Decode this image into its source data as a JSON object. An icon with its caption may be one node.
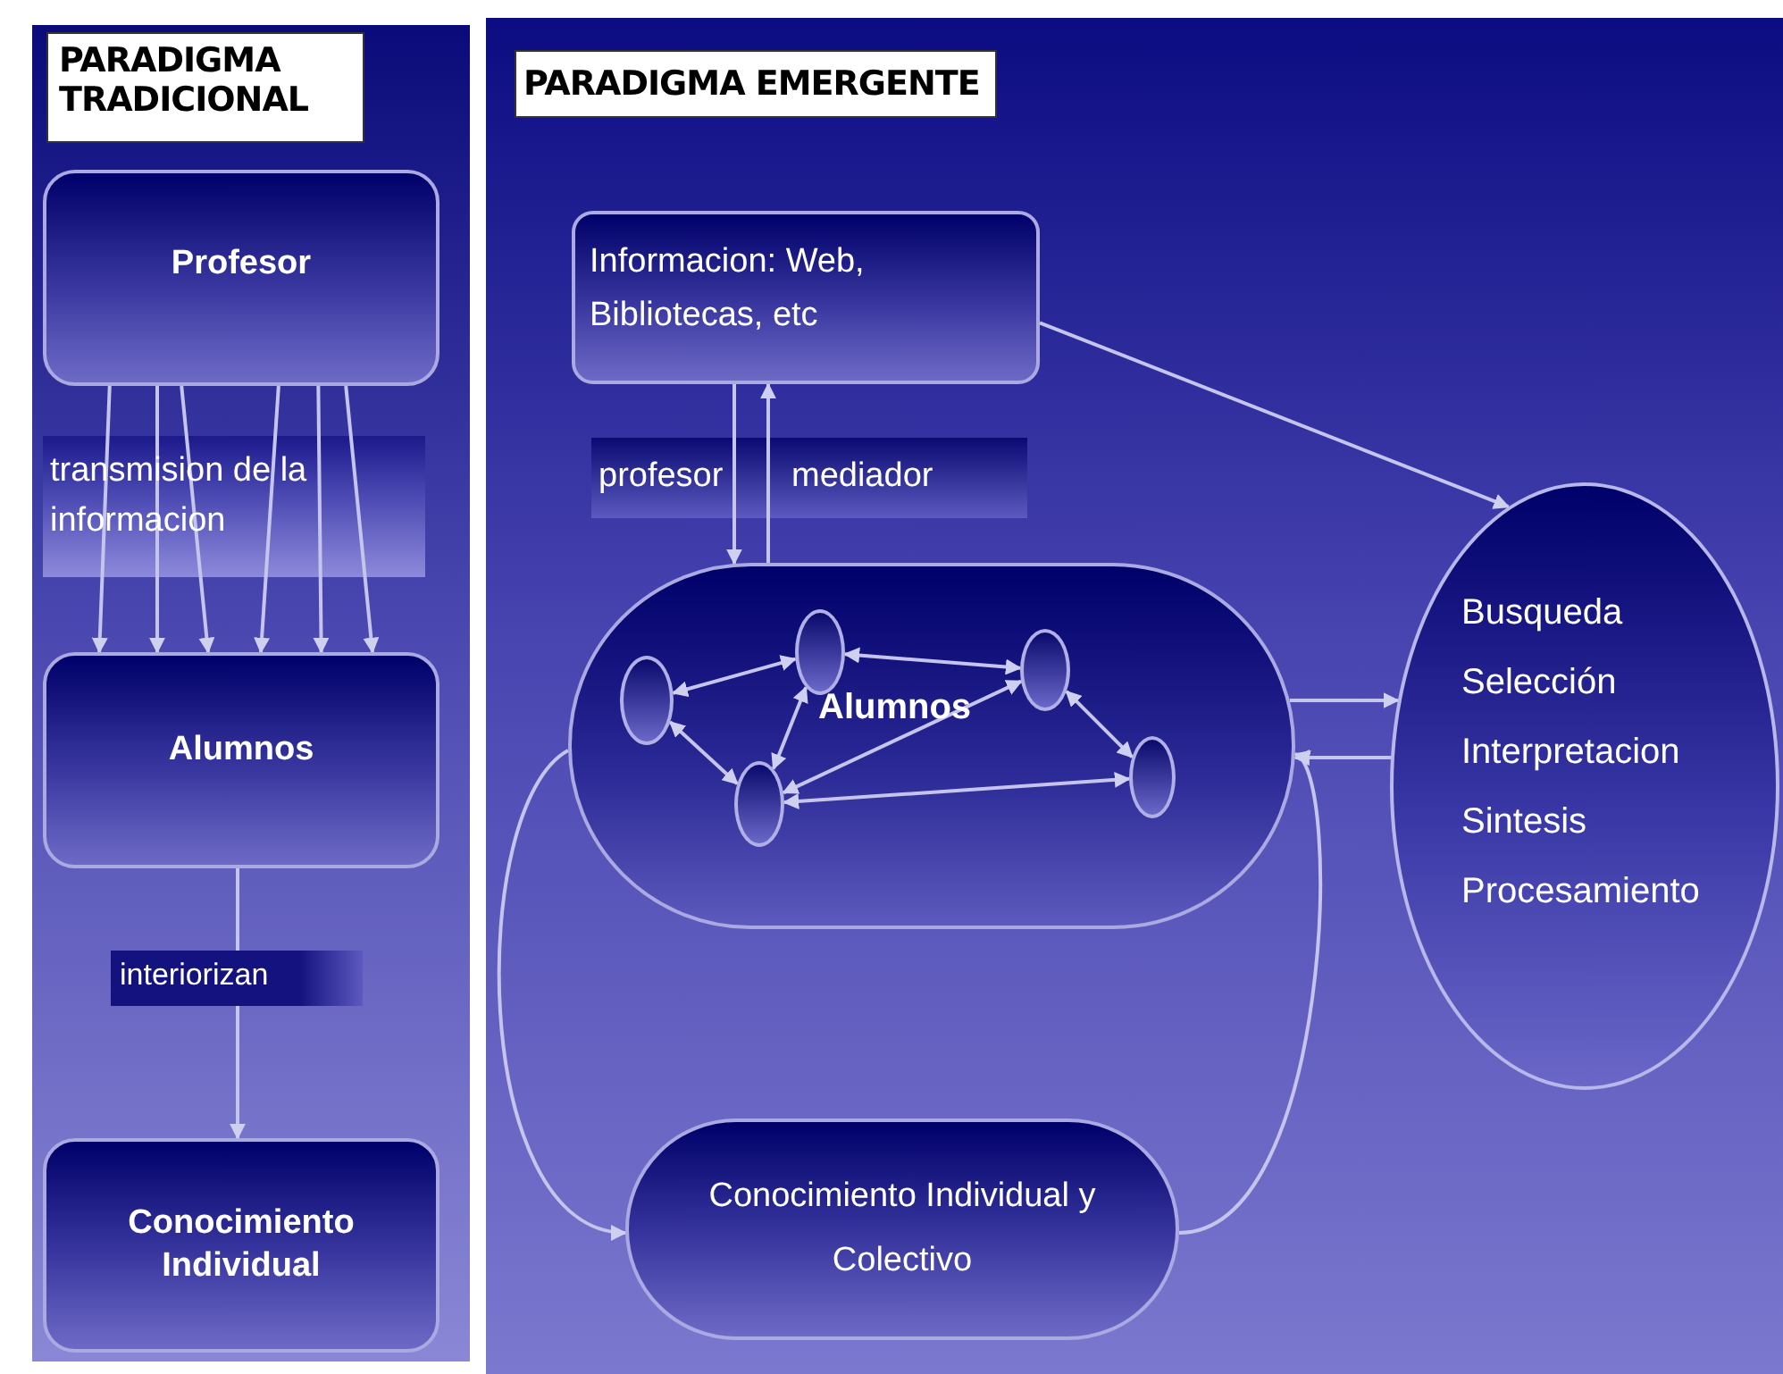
{
  "diagram": {
    "nodes": [
      {
        "text": [
          "PARADIGMA TRADICIONAL"
        ]
      },
      {
        "text": [
          "Profesor"
        ]
      },
      {
        "text": [
          "Alumnos"
        ]
      },
      {
        "text": [
          "Conocimiento Individual"
        ]
      },
      {
        "text": [
          "PARADIGMA EMERGENTE"
        ]
      },
      {
        "text": [
          "Informacion: Web, Bibliotecas, etc"
        ]
      },
      {
        "text": [
          "Alumnos"
        ]
      },
      {
        "text": [],
        "shape": "circle",
        "in": 6
      },
      {
        "text": [],
        "shape": "circle",
        "in": 6
      },
      {
        "text": [],
        "shape": "circle",
        "in": 6
      },
      {
        "text": [],
        "shape": "circle",
        "in": 6
      },
      {
        "text": [],
        "shape": "circle",
        "in": 6
      },
      {
        "text": [
          "Busqueda",
          "Selección",
          "Interpretacion",
          "Sintesis",
          "Procesamiento"
        ]
      },
      {
        "text": [
          "Conocimiento Individual y Colectivo"
        ]
      }
    ],
    "edges": [
      {
        "from": 1,
        "to": 2,
        "arrow": "to"
      },
      {
        "from": 1,
        "to": 2,
        "arrow": "to"
      },
      {
        "from": 1,
        "to": 2,
        "arrow": "to"
      },
      {
        "from": 1,
        "to": 2,
        "arrow": "to"
      },
      {
        "from": 1,
        "to": 2,
        "arrow": "to"
      },
      {
        "from": 1,
        "to": 2,
        "arrow": "to"
      },
      {
        "from": 2,
        "to": 3,
        "label": "interiorizan",
        "arrow": "to"
      },
      {
        "from": 5,
        "to": 6,
        "arrow": "to"
      },
      {
        "from": 6,
        "to": 5,
        "arrow": "to"
      },
      {
        "from": 5,
        "to": 12,
        "arrow": "to"
      },
      {
        "from": 7,
        "to": 8,
        "arrow": "both"
      },
      {
        "from": 8,
        "to": 9,
        "arrow": "both"
      },
      {
        "from": 9,
        "to": 11,
        "arrow": "both"
      },
      {
        "from": 7,
        "to": 10,
        "arrow": "both"
      },
      {
        "from": 10,
        "to": 8,
        "arrow": "both"
      },
      {
        "from": 10,
        "to": 9,
        "arrow": "both"
      },
      {
        "from": 10,
        "to": 11,
        "arrow": "both"
      },
      {
        "from": 6,
        "to": 12,
        "arrow": "to"
      },
      {
        "from": 12,
        "to": 6,
        "arrow": "to"
      },
      {
        "from": 6,
        "to": 13,
        "arrow": "to"
      },
      {
        "from": 13,
        "to": 6,
        "arrow": "to"
      }
    ],
    "labels": [
      "transmision de la informacion",
      "profesor",
      "mediador"
    ]
  }
}
